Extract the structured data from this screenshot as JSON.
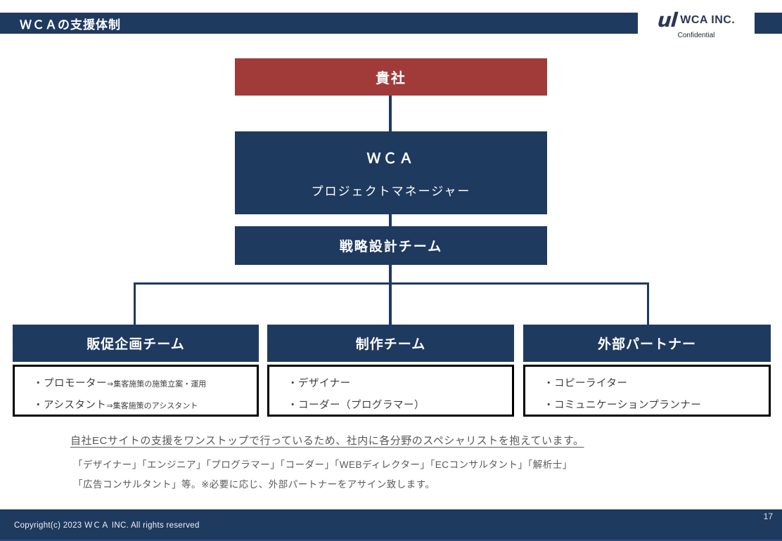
{
  "header": {
    "title": "ＷＣＡの支援体制",
    "logo_mark_glyph": "ul",
    "logo_text": "WCA INC.",
    "confidential": "Confidential"
  },
  "org": {
    "client_box": "貴社",
    "wca_box": {
      "line1": "ＷＣＡ",
      "line2": "プロジェクトマネージャー"
    },
    "strategy_box": "戦略設計チーム",
    "teams": [
      {
        "title": "販促企画チーム",
        "items": [
          {
            "main": "・プロモーター",
            "sub": "⇒集客施策の施策立案・運用"
          },
          {
            "main": "・アシスタント",
            "sub": "⇒集客施策のアシスタント"
          }
        ]
      },
      {
        "title": "制作チーム",
        "items": [
          {
            "main": "・デザイナー",
            "sub": ""
          },
          {
            "main": "・コーダー（プログラマー）",
            "sub": ""
          }
        ]
      },
      {
        "title": "外部パートナー",
        "items": [
          {
            "main": "・コピーライター",
            "sub": ""
          },
          {
            "main": "・コミュニケーションプランナー",
            "sub": ""
          }
        ]
      }
    ]
  },
  "notes": {
    "headline": "自社ECサイトの支援をワンストップで行っているため、社内に各分野のスペシャリストを抱えています。",
    "line2": "「デザイナー」「エンジニア」「プログラマー」「コーダー」「WEBディレクター」「ECコンサルタント」「解析士」",
    "line3": "「広告コンサルタント」等。※必要に応じ、外部パートナーをアサイン致します。"
  },
  "footer": {
    "copyright": "Copyright(c) 2023 ＷＣＡ INC. All rights reserved",
    "page_number": "17"
  },
  "colors": {
    "navy": "#1f3a5f",
    "red": "#a03b3a",
    "note_gray": "#595959"
  }
}
